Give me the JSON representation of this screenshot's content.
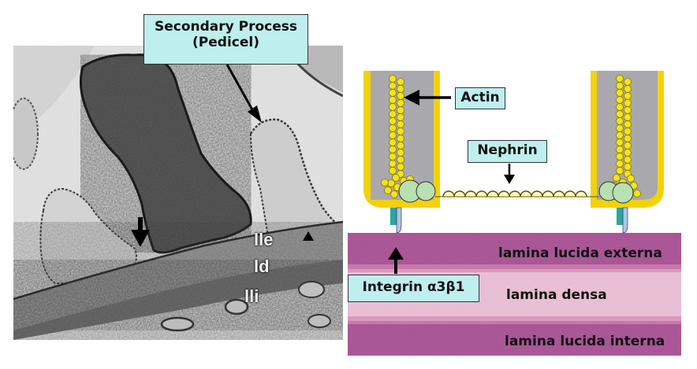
{
  "callouts": {
    "secondary_process_line1": "Secondary Process",
    "secondary_process_line2": "(Pedicel)",
    "actin": "Actin",
    "nephrin": "Nephrin",
    "integrin": "Integrin α3β1"
  },
  "micrograph_labels": {
    "lle": "lle",
    "ld": "ld",
    "lli": "lli"
  },
  "layers": {
    "externa": "lamina lucida externa",
    "densa": "lamina densa",
    "interna": "lamina lucida interna"
  },
  "colors": {
    "callout_fill": "#bfeeee",
    "membrane_yellow": "#f2d20c",
    "actin_yellow": "#f4e31a",
    "cytoplasm_gray": "#a9a9ad",
    "nephrin_green": "#b8e0b0",
    "integrin_teal": "#2aa7a0",
    "lamina_dark": "#a84d93",
    "lamina_light": "#ecbfd6"
  }
}
